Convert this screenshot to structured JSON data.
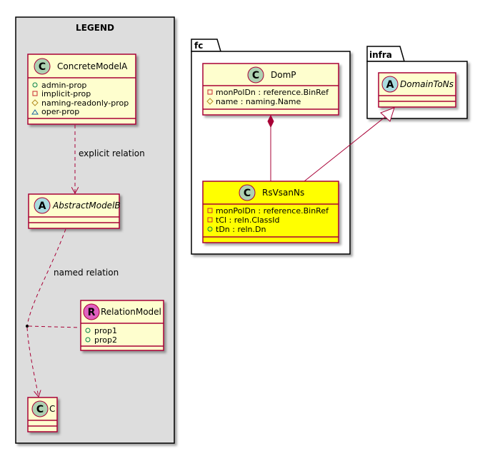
{
  "legend": {
    "title": "LEGEND",
    "classes": {
      "concrete": {
        "stereotype_letter": "C",
        "name": "ConcreteModelA",
        "attributes": [
          {
            "visibility": "public",
            "text": "admin-prop"
          },
          {
            "visibility": "private",
            "text": "implicit-prop"
          },
          {
            "visibility": "protected",
            "text": "naming-readonly-prop"
          },
          {
            "visibility": "package",
            "text": "oper-prop"
          }
        ]
      },
      "abstract": {
        "stereotype_letter": "A",
        "name": "AbstractModelB"
      },
      "relation": {
        "stereotype_letter": "R",
        "name": "RelationModel",
        "attributes": [
          {
            "visibility": "public",
            "text": "prop1"
          },
          {
            "visibility": "public",
            "text": "prop2"
          }
        ]
      },
      "c": {
        "stereotype_letter": "C",
        "name": "C"
      }
    },
    "edges": {
      "explicit": "explicit relation",
      "named": "named relation"
    }
  },
  "packages": {
    "fc": {
      "name": "fc",
      "classes": {
        "domp": {
          "stereotype_letter": "C",
          "name": "DomP",
          "attributes": [
            {
              "visibility": "private",
              "text": "monPolDn : reference.BinRef"
            },
            {
              "visibility": "protected",
              "text": "name : naming.Name"
            }
          ]
        },
        "rsvsanns": {
          "stereotype_letter": "C",
          "name": "RsVsanNs",
          "highlight": "#ffff00",
          "attributes": [
            {
              "visibility": "private",
              "text": "monPolDn : reference.BinRef"
            },
            {
              "visibility": "private",
              "text": "tCl : reln.ClassId"
            },
            {
              "visibility": "public",
              "text": "tDn : reln.Dn"
            }
          ]
        }
      }
    },
    "infra": {
      "name": "infra",
      "classes": {
        "domaintons": {
          "stereotype_letter": "A",
          "name": "DomainToNs"
        }
      }
    }
  },
  "colors": {
    "class_fill": "#fefece",
    "class_border": "#a80036",
    "legend_fill": "#dddddd",
    "circle_class": "#add1b2",
    "circle_abstract": "#a9dcdf",
    "circle_relation": "#e060c0",
    "highlight": "#ffff00"
  }
}
